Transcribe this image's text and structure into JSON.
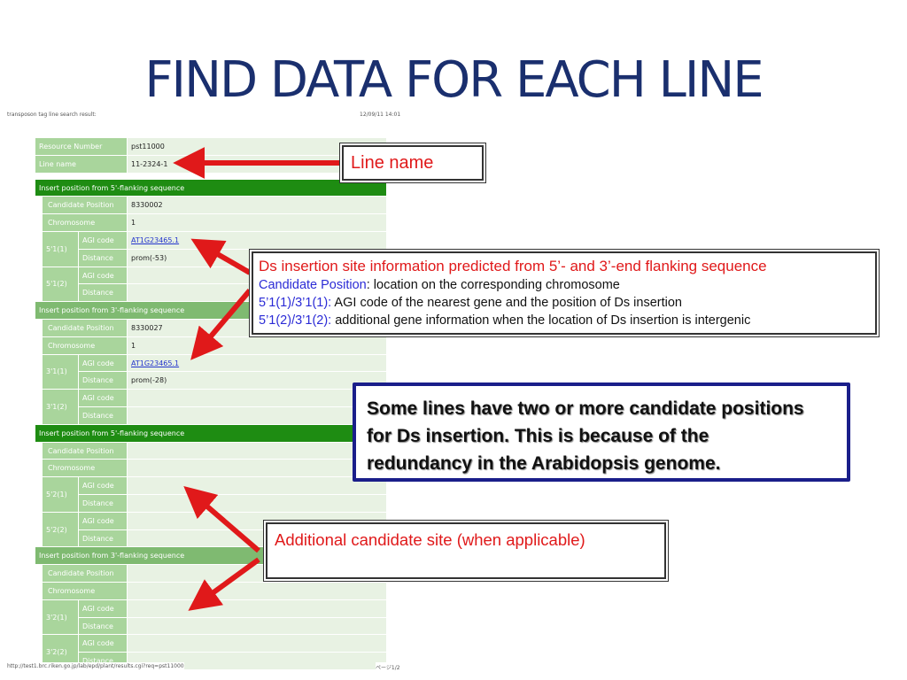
{
  "slide": {
    "title": "FIND DATA FOR EACH LINE"
  },
  "screenshot": {
    "page_header": "transposon tag line search result:",
    "page_date": "12/09/11 14:01",
    "footer_url": "http://test1.brc.riken.go.jp/lab/epd/plant/results.cgi?req=pst11000",
    "footer_page": "ページ1/2",
    "resource_number": {
      "label": "Resource Number",
      "value": "pst11000"
    },
    "line_name": {
      "label": "Line name",
      "value": "11-2324-1"
    },
    "sections": [
      {
        "header": "Insert position from 5'-flanking sequence",
        "candidate_position": {
          "label": "Candidate Position",
          "value": "8330002"
        },
        "chromosome": {
          "label": "Chromosome",
          "value": "1"
        },
        "groups": [
          {
            "label": "5'1(1)",
            "agi_label": "AGI code",
            "agi_value": "AT1G23465.1",
            "dist_label": "Distance",
            "dist_value": "prom(-53)"
          },
          {
            "label": "5'1(2)",
            "agi_label": "AGI code",
            "agi_value": "",
            "dist_label": "Distance",
            "dist_value": ""
          }
        ]
      },
      {
        "header": "Insert position from 3'-flanking sequence",
        "candidate_position": {
          "label": "Candidate Position",
          "value": "8330027"
        },
        "chromosome": {
          "label": "Chromosome",
          "value": "1"
        },
        "groups": [
          {
            "label": "3'1(1)",
            "agi_label": "AGI code",
            "agi_value": "AT1G23465.1",
            "dist_label": "Distance",
            "dist_value": "prom(-28)"
          },
          {
            "label": "3'1(2)",
            "agi_label": "AGI code",
            "agi_value": "",
            "dist_label": "Distance",
            "dist_value": ""
          }
        ]
      },
      {
        "header": "Insert position from 5'-flanking sequence",
        "candidate_position": {
          "label": "Candidate Position",
          "value": ""
        },
        "chromosome": {
          "label": "Chromosome",
          "value": ""
        },
        "groups": [
          {
            "label": "5'2(1)",
            "agi_label": "AGI code",
            "agi_value": "",
            "dist_label": "Distance",
            "dist_value": ""
          },
          {
            "label": "5'2(2)",
            "agi_label": "AGI code",
            "agi_value": "",
            "dist_label": "Distance",
            "dist_value": ""
          }
        ]
      },
      {
        "header": "Insert position from 3'-flanking sequence",
        "candidate_position": {
          "label": "Candidate Position",
          "value": ""
        },
        "chromosome": {
          "label": "Chromosome",
          "value": ""
        },
        "groups": [
          {
            "label": "3'2(1)",
            "agi_label": "AGI code",
            "agi_value": "",
            "dist_label": "Distance",
            "dist_value": ""
          },
          {
            "label": "3'2(2)",
            "agi_label": "AGI code",
            "agi_value": "",
            "dist_label": "Distance",
            "dist_value": ""
          }
        ]
      }
    ]
  },
  "callouts": {
    "line_name": "Line name",
    "ds_info": {
      "heading": "Ds insertion site information predicted from 5’- and 3’-end flanking sequence",
      "l1_key": "Candidate Position",
      "l1_text": ": location on the corresponding  chromosome",
      "l2_key": "5’1(1)/3’1(1):",
      "l2_text": " AGI code of the nearest gene and the position of Ds insertion",
      "l3_key": "5’1(2)/3’1(2):",
      "l3_text": " additional gene information when the location of Ds insertion is intergenic"
    },
    "redundancy": "Some lines have two or more candidate positions for Ds insertion. This is because of the redundancy in the Arabidopsis genome.",
    "additional": "Additional candidate site (when applicable)"
  },
  "colors": {
    "title": "#1a2f6e",
    "header_green": "#1e8c12",
    "header_light_green": "#7fba71",
    "label_green": "#a9d59c",
    "value_bg": "#e8f2e3",
    "arrow_red": "#e0191a",
    "box_navy": "#1a1e8a"
  }
}
